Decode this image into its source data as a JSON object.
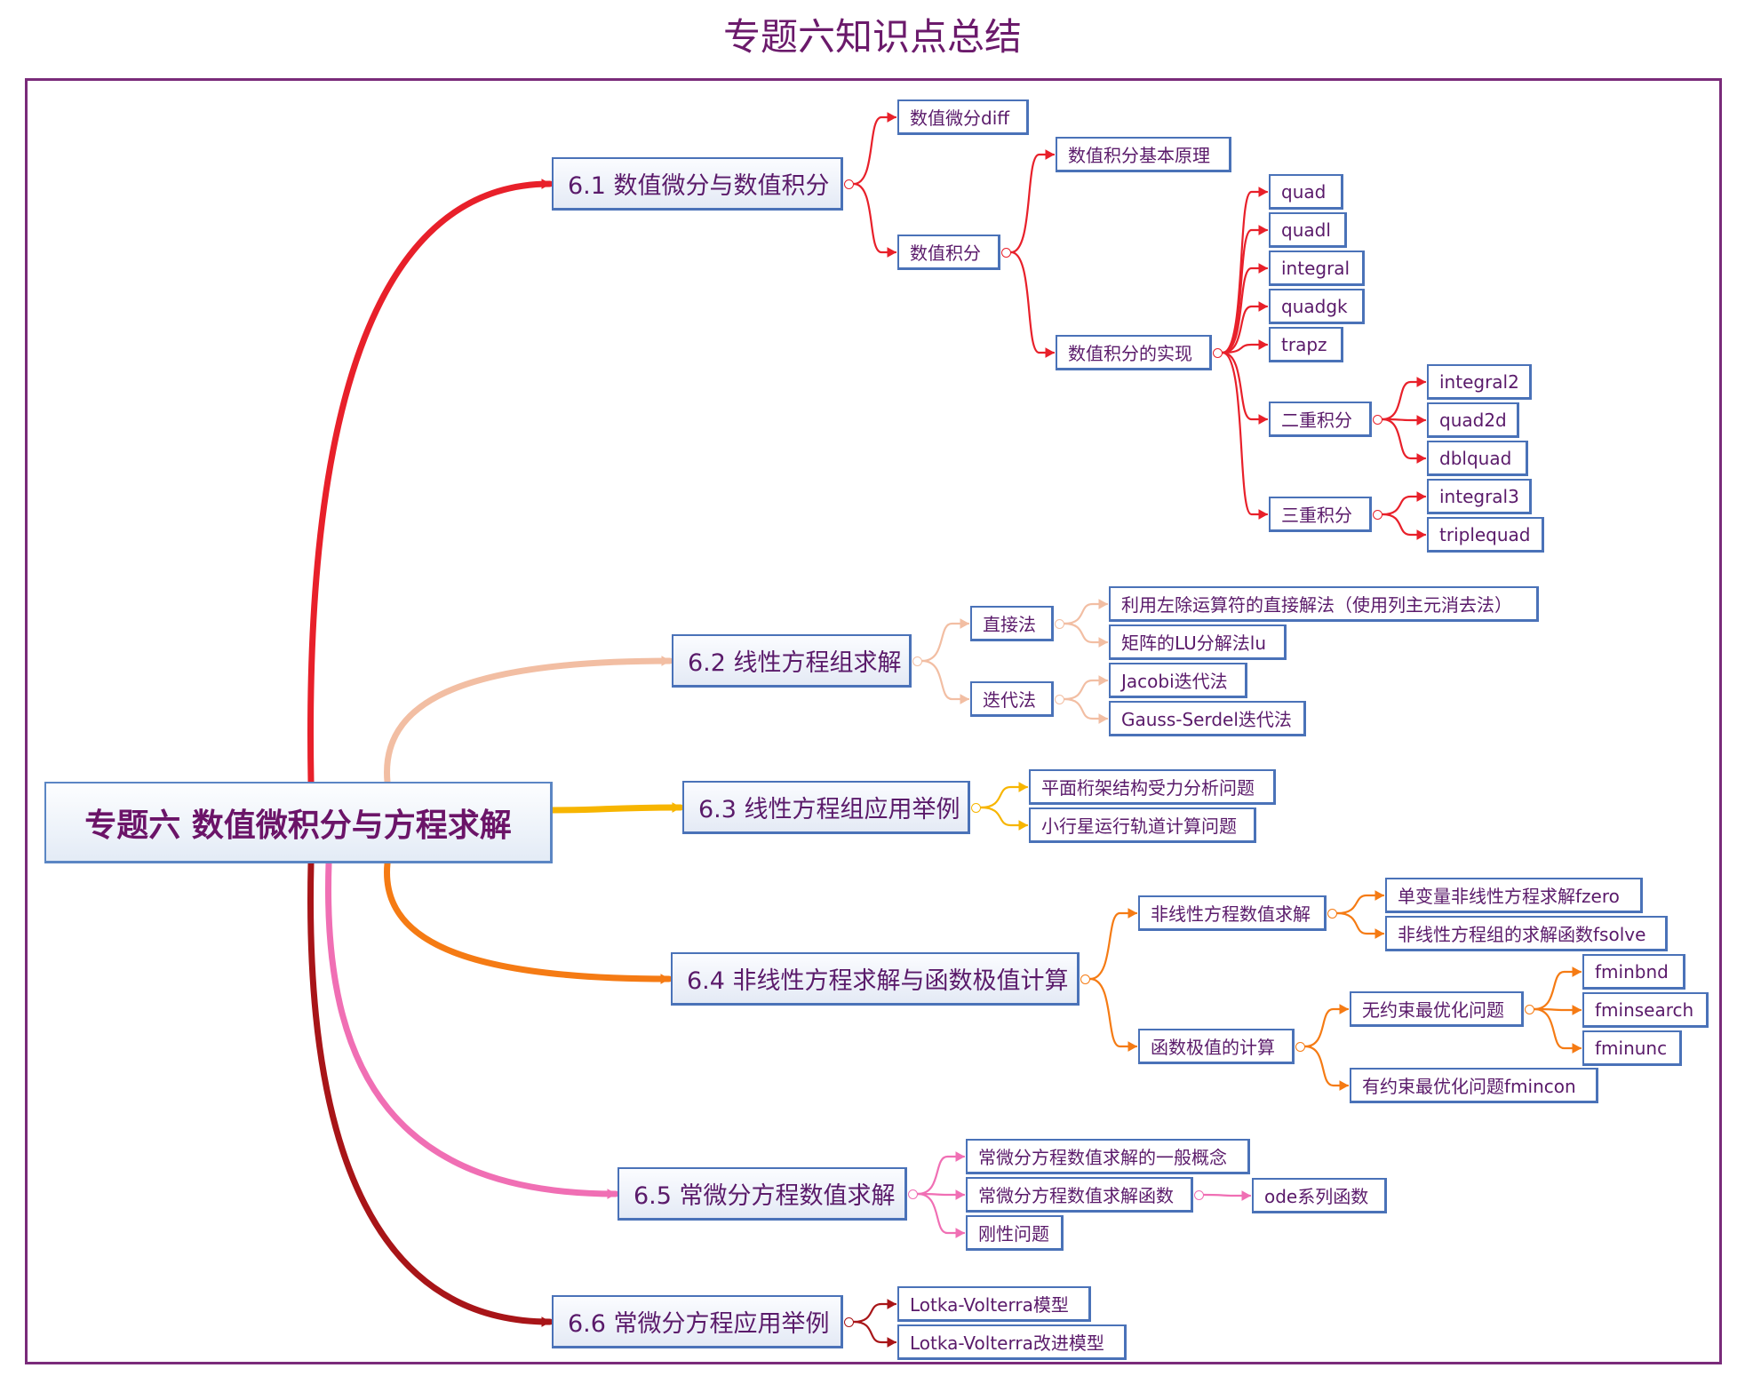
{
  "title": "专题六知识点总结",
  "colors": {
    "frame": "#7a2b7a",
    "title": "#6b1a6b",
    "node_border": "#4a72b8",
    "node_text": "#5a1a6a",
    "branch_6_1": "#e8202a",
    "branch_6_2": "#f2bea3",
    "branch_6_3": "#f7b500",
    "branch_6_4": "#f57b14",
    "branch_6_5": "#f06fb4",
    "branch_6_6": "#a81518"
  },
  "mindmap": {
    "central": "专题六 数值微积分与方程求解",
    "branches": [
      {
        "label": "6.1 数值微分与数值积分",
        "children": [
          {
            "label": "数值微分diff"
          },
          {
            "label": "数值积分",
            "children": [
              {
                "label": "数值积分基本原理"
              },
              {
                "label": "数值积分的实现",
                "children": [
                  {
                    "label": "quad"
                  },
                  {
                    "label": "quadl"
                  },
                  {
                    "label": "integral"
                  },
                  {
                    "label": "quadgk"
                  },
                  {
                    "label": "trapz"
                  },
                  {
                    "label": "二重积分",
                    "children": [
                      {
                        "label": "integral2"
                      },
                      {
                        "label": "quad2d"
                      },
                      {
                        "label": "dblquad"
                      }
                    ]
                  },
                  {
                    "label": "三重积分",
                    "children": [
                      {
                        "label": "integral3"
                      },
                      {
                        "label": "triplequad"
                      }
                    ]
                  }
                ]
              }
            ]
          }
        ]
      },
      {
        "label": "6.2 线性方程组求解",
        "children": [
          {
            "label": "直接法",
            "children": [
              {
                "label": "利用左除运算符的直接解法（使用列主元消去法）"
              },
              {
                "label": "矩阵的LU分解法lu"
              }
            ]
          },
          {
            "label": "迭代法",
            "children": [
              {
                "label": "Jacobi迭代法"
              },
              {
                "label": "Gauss-Serdel迭代法"
              }
            ]
          }
        ]
      },
      {
        "label": "6.3 线性方程组应用举例",
        "children": [
          {
            "label": "平面桁架结构受力分析问题"
          },
          {
            "label": "小行星运行轨道计算问题"
          }
        ]
      },
      {
        "label": "6.4 非线性方程求解与函数极值计算",
        "children": [
          {
            "label": "非线性方程数值求解",
            "children": [
              {
                "label": "单变量非线性方程求解fzero"
              },
              {
                "label": "非线性方程组的求解函数fsolve"
              }
            ]
          },
          {
            "label": "函数极值的计算",
            "children": [
              {
                "label": "无约束最优化问题",
                "children": [
                  {
                    "label": "fminbnd"
                  },
                  {
                    "label": "fminsearch"
                  },
                  {
                    "label": "fminunc"
                  }
                ]
              },
              {
                "label": "有约束最优化问题fmincon"
              }
            ]
          }
        ]
      },
      {
        "label": "6.5 常微分方程数值求解",
        "children": [
          {
            "label": "常微分方程数值求解的一般概念"
          },
          {
            "label": "常微分方程数值求解函数",
            "children": [
              {
                "label": "ode系列函数"
              }
            ]
          },
          {
            "label": "刚性问题"
          }
        ]
      },
      {
        "label": "6.6 常微分方程应用举例",
        "children": [
          {
            "label": "Lotka-Volterra模型"
          },
          {
            "label": "Lotka-Volterra改进模型"
          }
        ]
      }
    ]
  }
}
